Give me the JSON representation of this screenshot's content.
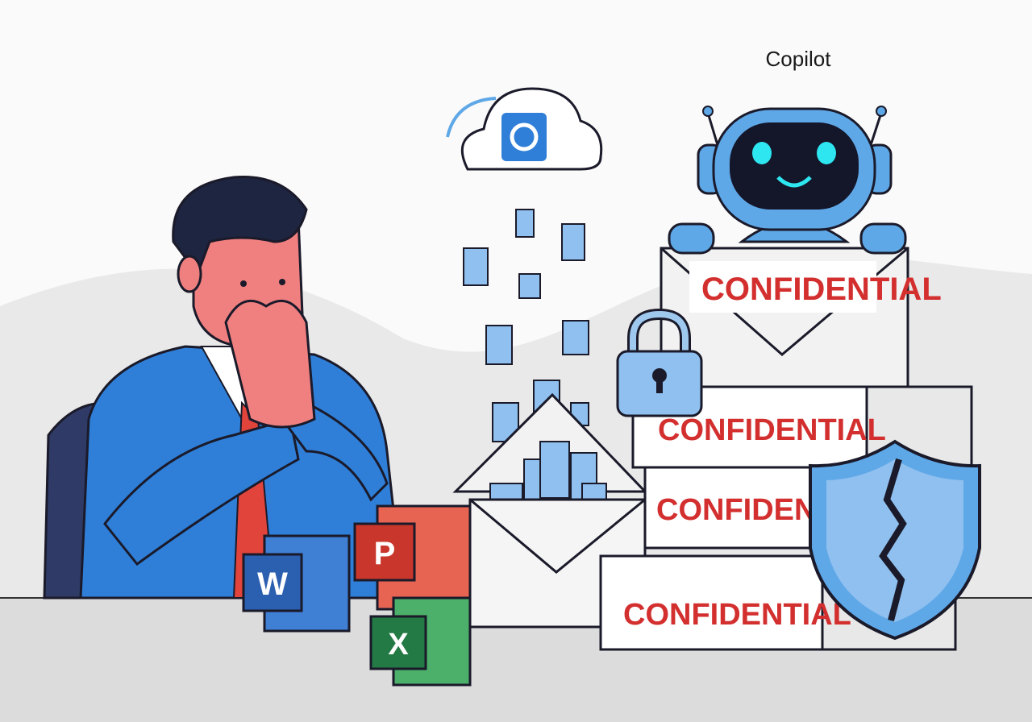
{
  "labels": {
    "copilot": "Copilot",
    "confidential_1": "CONFIDENTIAL",
    "confidential_2": "CONFIDENTIAL",
    "confidential_3": "CONFIDENTIAL",
    "confidential_4": "CONFIDENTIAL"
  },
  "app_icons": {
    "word": "W",
    "powerpoint": "P",
    "excel": "X"
  },
  "colors": {
    "confidential_red": "#d32f2f",
    "accent_blue": "#2f7fd8",
    "robot_blue": "#5fa8e8",
    "word_blue": "#2b64b5",
    "ppt_red": "#d94a3a",
    "excel_green": "#2e8b4e",
    "background_wave": "#e6e6e6",
    "desk": "#dcdcdc"
  }
}
